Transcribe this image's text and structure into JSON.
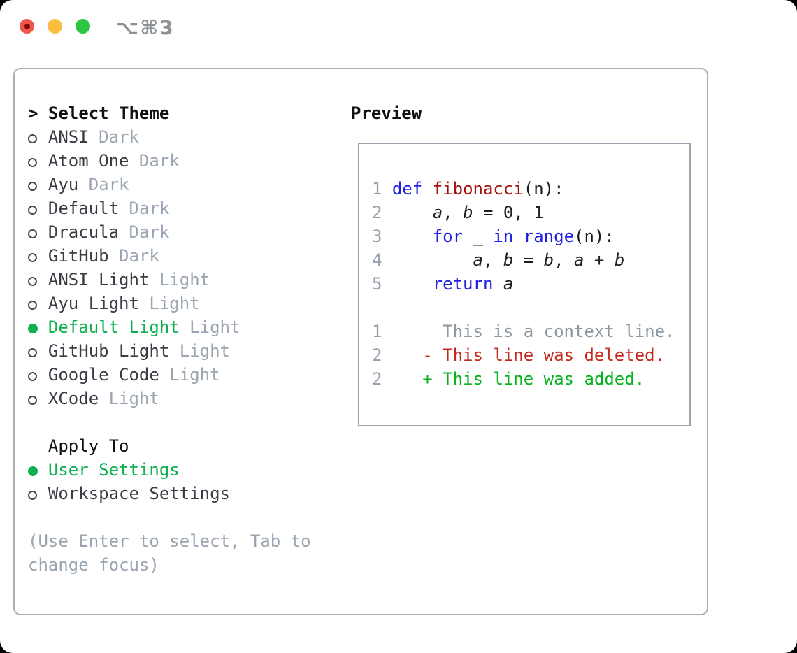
{
  "titlebar": {
    "shortcut": "⌥⌘3"
  },
  "colors": {
    "accent-green": "#0db04e",
    "added-green": "#05b31d",
    "deleted-red": "#c4291d",
    "keyword-blue": "#2020e4",
    "function-red": "#a51212",
    "muted": "#9aa5b1",
    "item-text": "#383d44",
    "title-text": "#0e1013",
    "code-text": "#1c1e22",
    "linenum": "#98a3af",
    "context-gray": "#8d97a1",
    "hint-text": "#9aa5af",
    "border": "#a8b0ba",
    "preview-border": "#9aa3ae",
    "ring": "#454b52",
    "titlebar-text": "#8d9296",
    "traffic-red": "#f0544c",
    "traffic-red-dot": "#7d0a0a",
    "traffic-yellow": "#fbbd3f",
    "traffic-green": "#2fc544"
  },
  "theme_section": {
    "prompt": ">",
    "title": "Select Theme",
    "themes": [
      {
        "name": "ANSI",
        "variant": "Dark",
        "selected": false
      },
      {
        "name": "Atom One",
        "variant": "Dark",
        "selected": false
      },
      {
        "name": "Ayu",
        "variant": "Dark",
        "selected": false
      },
      {
        "name": "Default",
        "variant": "Dark",
        "selected": false
      },
      {
        "name": "Dracula",
        "variant": "Dark",
        "selected": false
      },
      {
        "name": "GitHub",
        "variant": "Dark",
        "selected": false
      },
      {
        "name": "ANSI Light",
        "variant": "Light",
        "selected": false
      },
      {
        "name": "Ayu Light",
        "variant": "Light",
        "selected": false
      },
      {
        "name": "Default Light",
        "variant": "Light",
        "selected": true
      },
      {
        "name": "GitHub Light",
        "variant": "Light",
        "selected": false
      },
      {
        "name": "Google Code",
        "variant": "Light",
        "selected": false
      },
      {
        "name": "XCode",
        "variant": "Light",
        "selected": false
      }
    ]
  },
  "apply_section": {
    "title": "Apply To",
    "options": [
      {
        "label": "User Settings",
        "selected": true
      },
      {
        "label": "Workspace Settings",
        "selected": false
      }
    ]
  },
  "hint": "(Use Enter to select, Tab to change focus)",
  "preview": {
    "title": "Preview",
    "lines": [
      {
        "num": "1",
        "kind": "code",
        "tokens": [
          {
            "t": "def",
            "s": "kw"
          },
          {
            "t": " ",
            "s": "pl"
          },
          {
            "t": "fibonacci",
            "s": "fn"
          },
          {
            "t": "(n):",
            "s": "pl"
          }
        ]
      },
      {
        "num": "2",
        "kind": "code",
        "tokens": [
          {
            "t": "    ",
            "s": "pl"
          },
          {
            "t": "a",
            "s": "var"
          },
          {
            "t": ", ",
            "s": "pl"
          },
          {
            "t": "b",
            "s": "var"
          },
          {
            "t": " = 0, 1",
            "s": "pl"
          }
        ]
      },
      {
        "num": "3",
        "kind": "code",
        "tokens": [
          {
            "t": "    ",
            "s": "pl"
          },
          {
            "t": "for",
            "s": "kw"
          },
          {
            "t": " _ ",
            "s": "pl"
          },
          {
            "t": "in",
            "s": "kw"
          },
          {
            "t": " ",
            "s": "pl"
          },
          {
            "t": "range",
            "s": "kw"
          },
          {
            "t": "(n):",
            "s": "pl"
          }
        ]
      },
      {
        "num": "4",
        "kind": "code",
        "tokens": [
          {
            "t": "        ",
            "s": "pl"
          },
          {
            "t": "a",
            "s": "var"
          },
          {
            "t": ", ",
            "s": "pl"
          },
          {
            "t": "b",
            "s": "var"
          },
          {
            "t": " = ",
            "s": "pl"
          },
          {
            "t": "b",
            "s": "var"
          },
          {
            "t": ", ",
            "s": "pl"
          },
          {
            "t": "a",
            "s": "var"
          },
          {
            "t": " + ",
            "s": "pl"
          },
          {
            "t": "b",
            "s": "var"
          }
        ]
      },
      {
        "num": "5",
        "kind": "code",
        "tokens": [
          {
            "t": "    ",
            "s": "pl"
          },
          {
            "t": "return",
            "s": "kw"
          },
          {
            "t": " ",
            "s": "pl"
          },
          {
            "t": "a",
            "s": "var"
          }
        ]
      },
      {
        "num": "",
        "kind": "blank",
        "tokens": []
      },
      {
        "num": "1",
        "kind": "context",
        "tokens": [
          {
            "t": "     This is a context line.",
            "s": "ctx"
          }
        ]
      },
      {
        "num": "2",
        "kind": "deleted",
        "tokens": [
          {
            "t": "   - This line was deleted.",
            "s": "del"
          }
        ]
      },
      {
        "num": "2",
        "kind": "added",
        "tokens": [
          {
            "t": "   + This line was added.",
            "s": "add"
          }
        ]
      }
    ]
  }
}
